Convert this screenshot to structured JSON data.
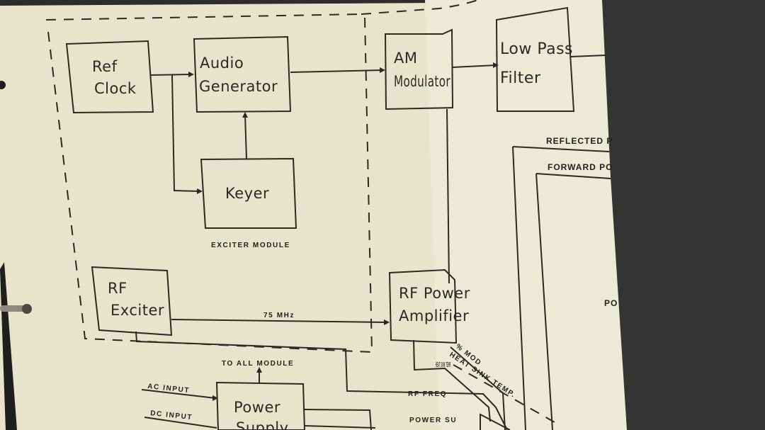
{
  "colors": {
    "paper": "#e9e8cf",
    "paper_right": "#ebebd6",
    "ink": "#2b2a22",
    "background_fabric": "#2a2b2a"
  },
  "blocks": {
    "ref_clock": [
      "Ref",
      "Clock"
    ],
    "audio_generator": [
      "Audio",
      "Generator"
    ],
    "keyer": [
      "Keyer"
    ],
    "am_modulator": [
      "AM",
      "Modulator"
    ],
    "low_pass_filter": [
      "Low Pass",
      "Filter"
    ],
    "rf_exciter": [
      "RF",
      "Exciter"
    ],
    "rf_power_amplifier": [
      "RF Power",
      "Amplifier"
    ],
    "power_supply": [
      "Power",
      "Supply"
    ]
  },
  "labels": {
    "exciter_module": "EXCITER MODULE",
    "freq_75mhz": "75 MHz",
    "to_all_module": "TO ALL MODULE",
    "ac_input": "AC INPUT",
    "dc_input": "DC INPUT",
    "rf_freq": "RF FREQ",
    "power_supply_line": "POWER SU",
    "heat_sink_temp": "HEAT SINK TEMP.",
    "pct_mod": "% MOD",
    "reflected_power": "REFLECTED P",
    "forward_power": "FORWARD PO",
    "power_partial": "PO"
  }
}
